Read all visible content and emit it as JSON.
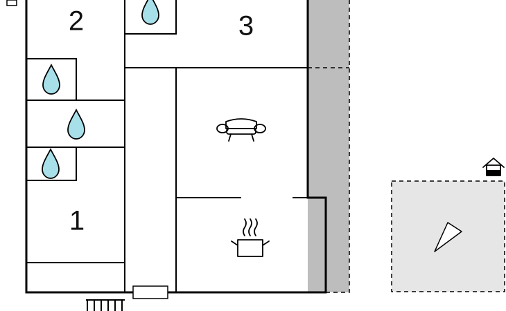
{
  "rooms": [
    {
      "label": "2"
    },
    {
      "label": "3"
    },
    {
      "label": "1"
    }
  ],
  "icons": {
    "water_drop": "water-drop-icon",
    "sofa": "sofa-icon",
    "cooking_pot": "cooking-pot-icon",
    "shower_house": "house-icon",
    "fire_pit": "triangle-icon",
    "fence": "fence-icon"
  },
  "colors": {
    "wall": "#000000",
    "drop_fill": "#a8e0ea",
    "terrace": "#bdbdbd",
    "outdoor_area": "#e6e6e6",
    "dashed_line": "#000000"
  }
}
